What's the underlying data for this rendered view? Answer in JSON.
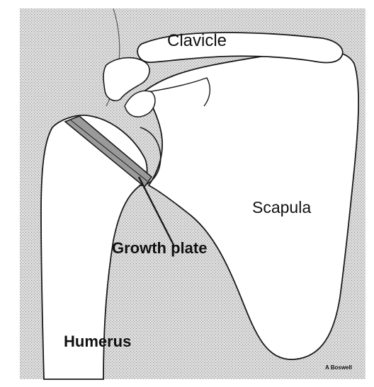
{
  "labels": {
    "clavicle": "Clavicle",
    "scapula": "Scapula",
    "growth_plate": "Growth plate",
    "humerus": "Humerus",
    "credit": "A Boswell"
  },
  "colors": {
    "background": "#ffffff",
    "stipple_fill": "#d7d7d7",
    "bone_outline": "#1a1a1a",
    "bone_fill": "#ffffff",
    "growth_plate_fill": "#9a9a9a"
  }
}
